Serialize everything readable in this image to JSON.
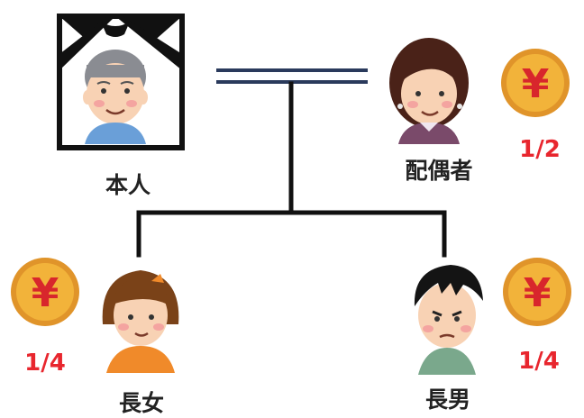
{
  "colors": {
    "share_text": "#e8262e",
    "coin_face": "#f2b33a",
    "coin_rim": "#e0942a",
    "coin_symbol": "#d8262c",
    "line": "#111111",
    "marriage_line": "#2a3a5c"
  },
  "people": {
    "deceased": {
      "label": "本人",
      "icon": "elderly-man-portrait-with-mourning-ribbon"
    },
    "spouse": {
      "label": "配偶者",
      "icon": "elderly-woman",
      "share": "1/2",
      "coin_symbol": "¥"
    },
    "daughter": {
      "label": "長女",
      "icon": "young-girl",
      "share": "1/4",
      "coin_symbol": "¥"
    },
    "son": {
      "label": "長男",
      "icon": "young-boy",
      "share": "1/4",
      "coin_symbol": "¥"
    }
  }
}
